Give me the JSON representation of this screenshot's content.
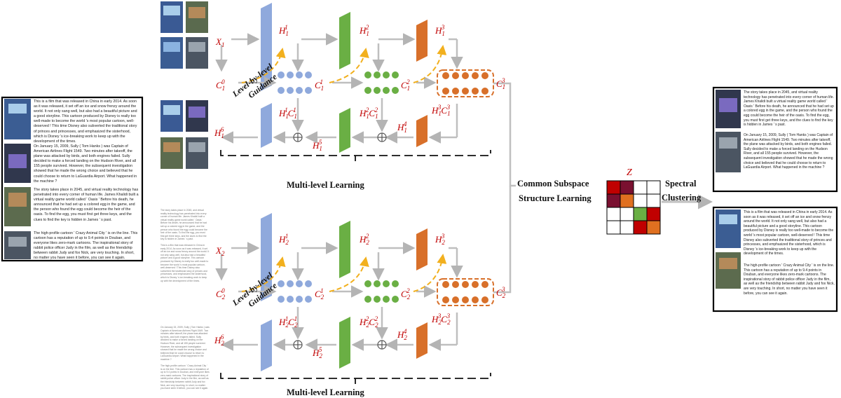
{
  "labels": {
    "x1": "X",
    "x1_sub": "1",
    "x2": "X",
    "x2_sub": "2",
    "z": "Z",
    "multi_level_1": "Multi-level Learning",
    "multi_level_2": "Multi-level Learning",
    "common_subspace_1": "Common Subspace",
    "common_subspace_2": "Structure Learning",
    "spectral_1": "Spectral",
    "spectral_2": "Clustering",
    "guidance_1": "Level-by-level",
    "guidance_2": "Guidance"
  },
  "view1": {
    "h1": "H",
    "h1_sup": "1",
    "h1_sub": "1",
    "h2": "H",
    "h2_sup": "2",
    "h2_sub": "1",
    "h3": "H",
    "h3_sup": "3",
    "h3_sub": "1",
    "h4": "H",
    "h4_sup": "4",
    "h4_sub": "1",
    "h5": "H",
    "h5_sup": "5",
    "h5_sub": "1",
    "h6": "H",
    "h6_sup": "6",
    "h6_sub": "1",
    "c0": "C",
    "c0_sup": "0",
    "c0_sub": "1",
    "c1": "C",
    "c1_sup": "1",
    "c1_sub": "1",
    "c2": "C",
    "c2_sup": "2",
    "c2_sub": "1",
    "c3": "C",
    "c3_sup": "3",
    "c3_sub": "1",
    "hc1": "H",
    "hc1_a": "1",
    "hc1_b": "1",
    "hc1_c": "C",
    "hc1_d": "1",
    "hc1_e": "1",
    "hc2": "H",
    "hc2_a": "2",
    "hc2_b": "1",
    "hc2_c": "C",
    "hc2_d": "2",
    "hc2_e": "1",
    "hc3": "H",
    "hc3_a": "3",
    "hc3_b": "1",
    "hc3_c": "C",
    "hc3_d": "3",
    "hc3_e": "1"
  },
  "view2": {
    "h1": "H",
    "h1_sup": "1",
    "h1_sub": "2",
    "h2": "H",
    "h2_sup": "2",
    "h2_sub": "2",
    "h3": "H",
    "h3_sup": "3",
    "h3_sub": "2",
    "h4": "H",
    "h4_sup": "4",
    "h4_sub": "2",
    "h5": "H",
    "h5_sup": "5",
    "h5_sub": "2",
    "h6": "H",
    "h6_sup": "6",
    "h6_sub": "2",
    "c0": "C",
    "c0_sup": "0",
    "c0_sub": "2",
    "c1": "C",
    "c1_sup": "1",
    "c1_sub": "2",
    "c2": "C",
    "c2_sup": "2",
    "c2_sub": "2",
    "c3": "C",
    "c3_sup": "3",
    "c3_sub": "2",
    "hc1": "H",
    "hc1_a": "1",
    "hc1_b": "2",
    "hc1_c": "C",
    "hc1_d": "1",
    "hc1_e": "2",
    "hc2": "H",
    "hc2_a": "2",
    "hc2_b": "2",
    "hc2_c": "C",
    "hc2_d": "2",
    "hc2_e": "2",
    "hc3": "H",
    "hc3_a": "3",
    "hc3_b": "2",
    "hc3_c": "C",
    "hc3_d": "3",
    "hc3_e": "2"
  },
  "texts": {
    "frozen": "This is a film that was released in China in early 2014. As soon as it was released, it set off an ice and snow frenzy around the world. It not only sang well, but also had a beautiful picture and a good storyline. This cartoon produced by Disney is really too well-made to become the world 's most popular cartoon, well-deserved ! This time Disney also subverted the traditional story of princes and princesses, and emphasized the sisterhood, which is Disney 's ice-breaking work to keep up with the development of the times.",
    "sully": "On January 15, 2009, Sully ( Tom Hanks ) was Captain of American Airlines Flight 1549. Two minutes after takeoff, the plane was attacked by birds, and both engines failed. Sully decided to make a forced landing on the Hudson River, and all 155 people survived. However, the subsequent investigation showed that he made the wrong choice and believed that he could choose to return to LaGuardia Airport. What happened in the machine ?",
    "ready": "The story takes place in 2045, and virtual reality technology has penetrated into every corner of human life. James Khalidi built a virtual reality game world called ' Oasis ' Before his death, he announced that he had set up a colored egg in the game, and the person who found the egg could become the heir of the oasis. To find the egg, you must first get three keys, and the clues to find the key is hidden in James ' s past.",
    "zootopia": "The high-profile cartoon ' Crazy Animal City ' is on the line. This cartoon has a reputation of up to 9.4 points in Douban, and everyone likes zero-mark cartoons. The inspirational story of rabbit police officer Judy in the film, as well as the friendship between rabbit Judy and fox Nick, are very touching. In short, no matter you have seen it before, you can see it again."
  },
  "colors": {
    "blue": "#8fa9dc",
    "green": "#6aaf44",
    "orange": "#d8702a",
    "red_label": "#c00000",
    "arrow_gray": "#bfbfbf",
    "guidance_yellow": "#f2b01e"
  },
  "matrix_colors": [
    [
      "#c00000",
      "#7a1030",
      "#ffffff",
      "#ffffff"
    ],
    [
      "#7a1030",
      "#e07020",
      "#ffffff",
      "#ffffff"
    ],
    [
      "#ffffff",
      "#ffffff",
      "#6aaf44",
      "#c00000"
    ],
    [
      "#ffffff",
      "#ffffff",
      "#c00000",
      "#e07020"
    ]
  ]
}
